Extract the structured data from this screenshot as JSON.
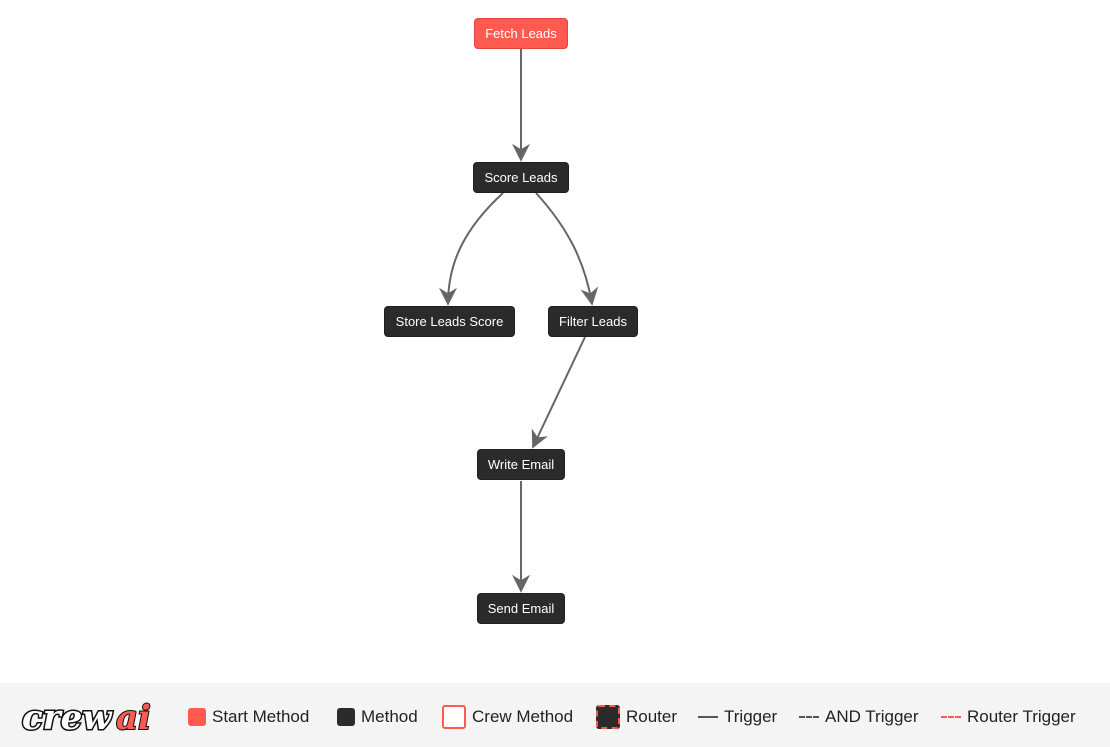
{
  "diagram": {
    "nodes": [
      {
        "id": "fetch_leads",
        "label": "Fetch Leads",
        "kind": "start"
      },
      {
        "id": "score_leads",
        "label": "Score Leads",
        "kind": "method"
      },
      {
        "id": "store_leads_score",
        "label": "Store Leads Score",
        "kind": "method"
      },
      {
        "id": "filter_leads",
        "label": "Filter Leads",
        "kind": "method"
      },
      {
        "id": "write_email",
        "label": "Write Email",
        "kind": "method"
      },
      {
        "id": "send_email",
        "label": "Send Email",
        "kind": "method"
      }
    ],
    "edges": [
      {
        "from": "fetch_leads",
        "to": "score_leads",
        "type": "trigger"
      },
      {
        "from": "score_leads",
        "to": "store_leads_score",
        "type": "trigger"
      },
      {
        "from": "score_leads",
        "to": "filter_leads",
        "type": "trigger"
      },
      {
        "from": "filter_leads",
        "to": "write_email",
        "type": "trigger"
      },
      {
        "from": "write_email",
        "to": "send_email",
        "type": "trigger"
      }
    ],
    "colors": {
      "start": "#ff5a50",
      "method": "#2b2b2b",
      "edge": "#666666",
      "router_trigger": "#ff5a50"
    }
  },
  "legend": {
    "logo_text": "crewai",
    "items": [
      {
        "label": "Start Method",
        "swatch": "start"
      },
      {
        "label": "Method",
        "swatch": "method"
      },
      {
        "label": "Crew Method",
        "swatch": "crew"
      },
      {
        "label": "Router",
        "swatch": "router"
      },
      {
        "label": "Trigger",
        "swatch": "trigger-line"
      },
      {
        "label": "AND Trigger",
        "swatch": "and-line"
      },
      {
        "label": "Router Trigger",
        "swatch": "router-line"
      }
    ]
  }
}
